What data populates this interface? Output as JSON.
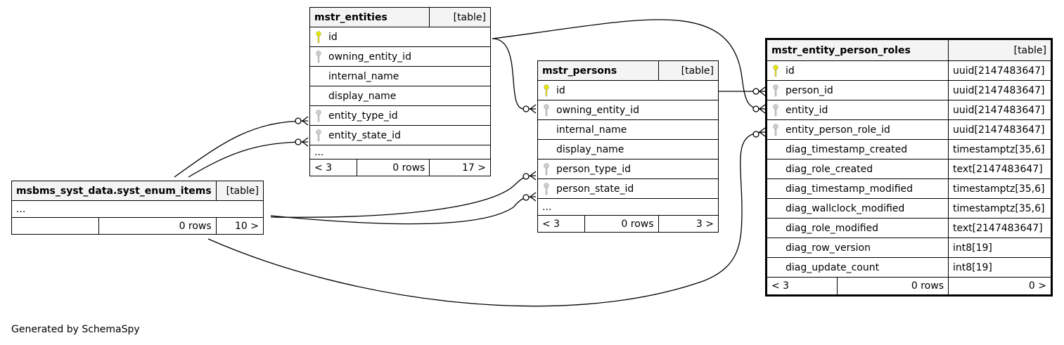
{
  "tables": {
    "entities": {
      "name": "mstr_entities",
      "kind": "[table]",
      "columns": [
        "id",
        "owning_entity_id",
        "internal_name",
        "display_name",
        "entity_type_id",
        "entity_state_id"
      ],
      "more": "...",
      "footer": {
        "parents": "< 3",
        "rows": "0 rows",
        "children": "17 >"
      }
    },
    "persons": {
      "name": "mstr_persons",
      "kind": "[table]",
      "columns": [
        "id",
        "owning_entity_id",
        "internal_name",
        "display_name",
        "person_type_id",
        "person_state_id"
      ],
      "more": "...",
      "footer": {
        "parents": "< 3",
        "rows": "0 rows",
        "children": "3 >"
      }
    },
    "enum_items": {
      "name": "msbms_syst_data.syst_enum_items",
      "kind": "[table]",
      "more": "...",
      "footer": {
        "parents": "",
        "rows": "0 rows",
        "children": "10 >"
      }
    },
    "roles": {
      "name": "mstr_entity_person_roles",
      "kind": "[table]",
      "columns": [
        {
          "name": "id",
          "type": "uuid[2147483647]"
        },
        {
          "name": "person_id",
          "type": "uuid[2147483647]"
        },
        {
          "name": "entity_id",
          "type": "uuid[2147483647]"
        },
        {
          "name": "entity_person_role_id",
          "type": "uuid[2147483647]"
        },
        {
          "name": "diag_timestamp_created",
          "type": "timestamptz[35,6]"
        },
        {
          "name": "diag_role_created",
          "type": "text[2147483647]"
        },
        {
          "name": "diag_timestamp_modified",
          "type": "timestamptz[35,6]"
        },
        {
          "name": "diag_wallclock_modified",
          "type": "timestamptz[35,6]"
        },
        {
          "name": "diag_role_modified",
          "type": "text[2147483647]"
        },
        {
          "name": "diag_row_version",
          "type": "int8[19]"
        },
        {
          "name": "diag_update_count",
          "type": "int8[19]"
        }
      ],
      "footer": {
        "parents": "< 3",
        "rows": "0 rows",
        "children": "0 >"
      }
    }
  },
  "colors": {
    "primary_key": "#e5e500",
    "foreign_key": "#b3b3b3",
    "header_bg": "#f4f4f4"
  },
  "footer_text": "Generated by SchemaSpy"
}
